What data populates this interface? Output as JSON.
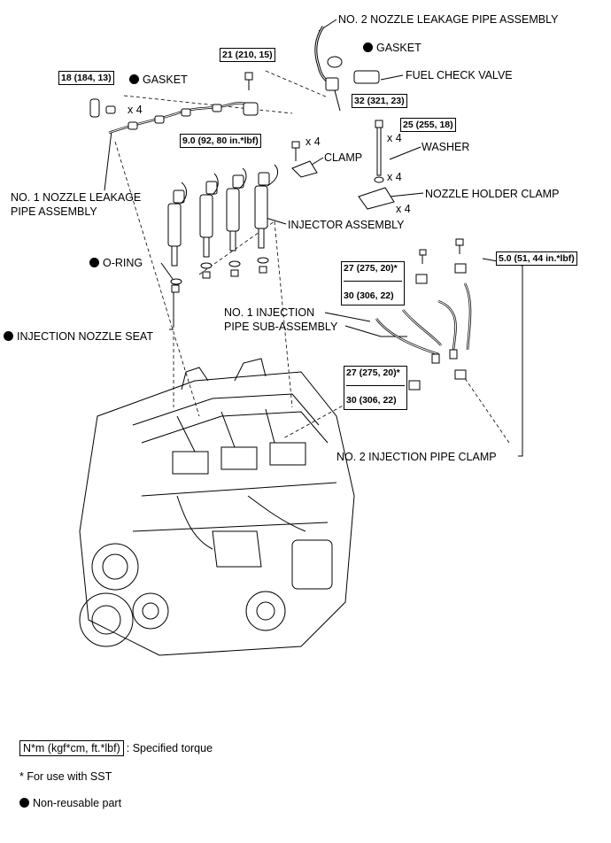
{
  "labels": {
    "no2_nozzle_leakage_pipe": "NO. 2 NOZZLE LEAKAGE PIPE ASSEMBLY",
    "gasket_top": "GASKET",
    "fuel_check_valve": "FUEL CHECK VALVE",
    "gasket_left": "GASKET",
    "washer": "WASHER",
    "clamp": "CLAMP",
    "nozzle_holder_clamp": "NOZZLE HOLDER CLAMP",
    "no1_nozzle_leakage_pipe_l1": "NO. 1 NOZZLE LEAKAGE",
    "no1_nozzle_leakage_pipe_l2": "PIPE ASSEMBLY",
    "injector_assembly": "INJECTOR ASSEMBLY",
    "o_ring": "O-RING",
    "injection_nozzle_seat": "INJECTION NOZZLE SEAT",
    "no1_injection_pipe_l1": "NO. 1 INJECTION",
    "no1_injection_pipe_l2": "PIPE SUB-ASSEMBLY",
    "no2_injection_pipe_clamp": "NO. 2 INJECTION PIPE CLAMP"
  },
  "torques": {
    "t1": "18 (184, 13)",
    "t2": "21 (210, 15)",
    "t3": "32 (321, 23)",
    "t4": "25 (255, 18)",
    "t5": "9.0 (92, 80 in.*lbf)",
    "t6": "5.0 (51, 44 in.*lbf)",
    "t7a": "27 (275, 20)*",
    "t7b": "30 (306, 22)",
    "t8a": "27 (275, 20)*",
    "t8b": "30 (306, 22)"
  },
  "quantities": {
    "q_gasket": "x 4",
    "q_bolt_9": "x 4",
    "q_bolt_25": "x 4",
    "q_washer": "x 4",
    "q_nozzle_clamp": "x 4"
  },
  "legend": {
    "torque_box": "N*m (kgf*cm, ft.*lbf)",
    "torque_desc": ": Specified torque",
    "sst_note": "* For use with SST",
    "nonreusable": "Non-reusable part"
  }
}
